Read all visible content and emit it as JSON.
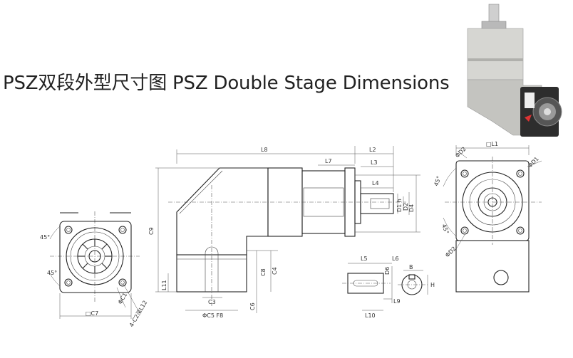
{
  "title": "PSZ双段外型尺寸图 PSZ Double Stage Dimensions",
  "photo": {
    "desc_icon": "gearbox-photo"
  },
  "labels": {
    "L8": "L8",
    "L2": "L2",
    "L7": "L7",
    "L3": "L3",
    "L4": "L4",
    "D1h": "D1 h",
    "D2": "D2",
    "D4": "D4",
    "C9": "C9",
    "C8": "C8",
    "C4": "C4",
    "L11": "L11",
    "C3": "C3",
    "C5": "ΦC5 F8",
    "C6": "C6",
    "L1": "□L1",
    "phiD2": "ΦD2",
    "phiD1": "ΦD1",
    "a45_1": "45°",
    "a45_2": "45°",
    "L5": "L5",
    "L6": "L6",
    "D6": "D6",
    "B": "B",
    "H": "H",
    "L9": "L9",
    "L10": "L10",
    "C7": "□C7",
    "C1": "ΦC1",
    "C2": "4-C2深L12",
    "a45_3": "45°",
    "a45_4": "45°"
  },
  "colors": {
    "line": "#222222",
    "photo_body": "#c8c8c4",
    "photo_dark": "#2a2a2a"
  }
}
